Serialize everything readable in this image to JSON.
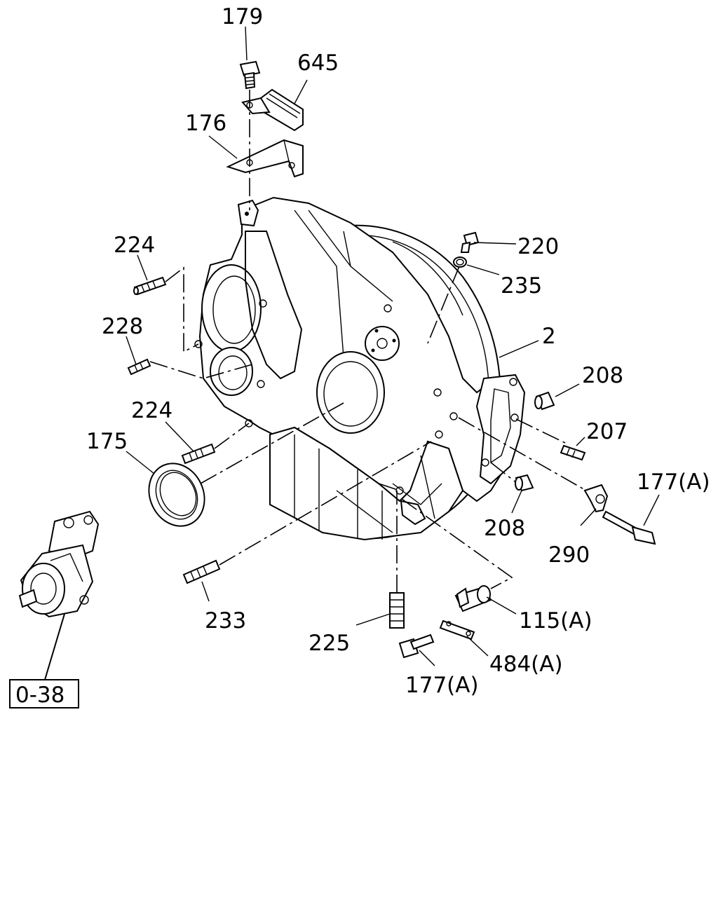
{
  "callouts": {
    "c179": "179",
    "c645": "645",
    "c176": "176",
    "c224a": "224",
    "c220": "220",
    "c235": "235",
    "c228": "228",
    "c2": "2",
    "c208a": "208",
    "c224b": "224",
    "c175": "175",
    "c207": "207",
    "c177a": "177(A)",
    "c208b": "208",
    "c290": "290",
    "c233": "233",
    "c115": "115(A)",
    "c225": "225",
    "c484": "484(A)",
    "c177b": "177(A)"
  },
  "reference_box": "0-38"
}
